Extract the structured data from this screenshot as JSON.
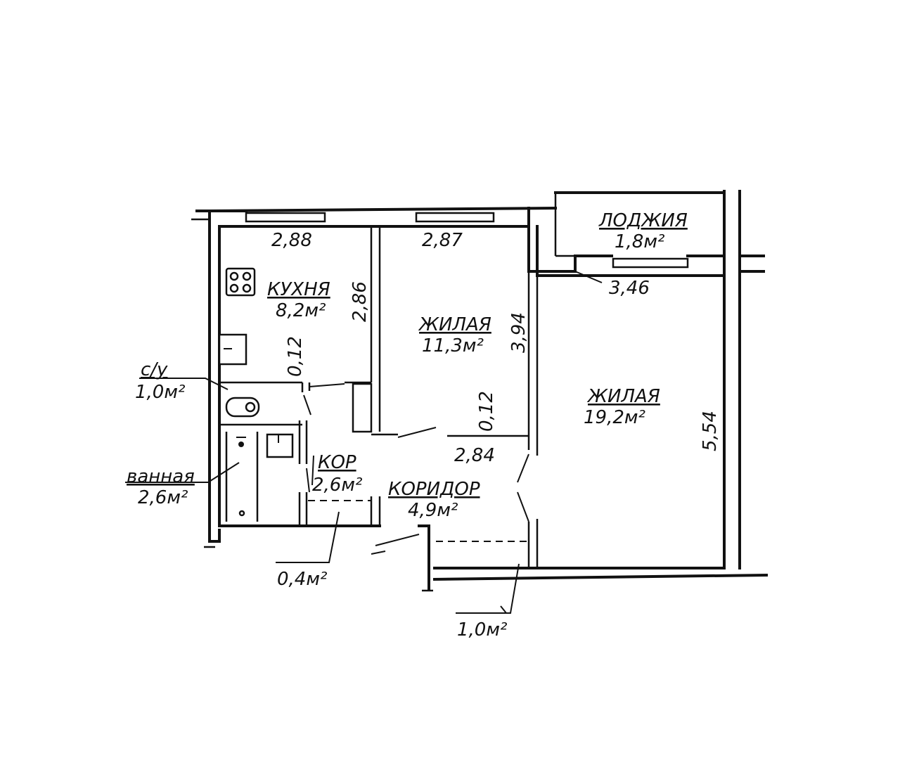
{
  "rooms": {
    "loggia": {
      "name": "ЛОДЖИЯ",
      "area": "1,8м²"
    },
    "kitchen": {
      "name": "КУХНЯ",
      "area": "8,2м²"
    },
    "living_small": {
      "name": "ЖИЛАЯ",
      "area": "11,3м²"
    },
    "living_large": {
      "name": "ЖИЛАЯ",
      "area": "19,2м²"
    },
    "toilet": {
      "name": "с/у",
      "area": "1,0м²"
    },
    "bath": {
      "name": "ванная",
      "area": "2,6м²"
    },
    "corridor_small": {
      "name": "КОР",
      "area": "2,6м²"
    },
    "corridor": {
      "name": "КОРИДОР",
      "area": "4,9м²"
    }
  },
  "closets": {
    "closet_a": "0,4м²",
    "closet_b": "1,0м²"
  },
  "dimensions": {
    "kitchen_width": "2,88",
    "kitchen_depth": "2,86",
    "living_small_width": "2,87",
    "living_small_depth": "3,94",
    "living_small_bottom": "2,84",
    "wall_a": "0,12",
    "wall_b": "0,12",
    "living_large_width": "3,46",
    "living_large_depth": "5,54"
  }
}
